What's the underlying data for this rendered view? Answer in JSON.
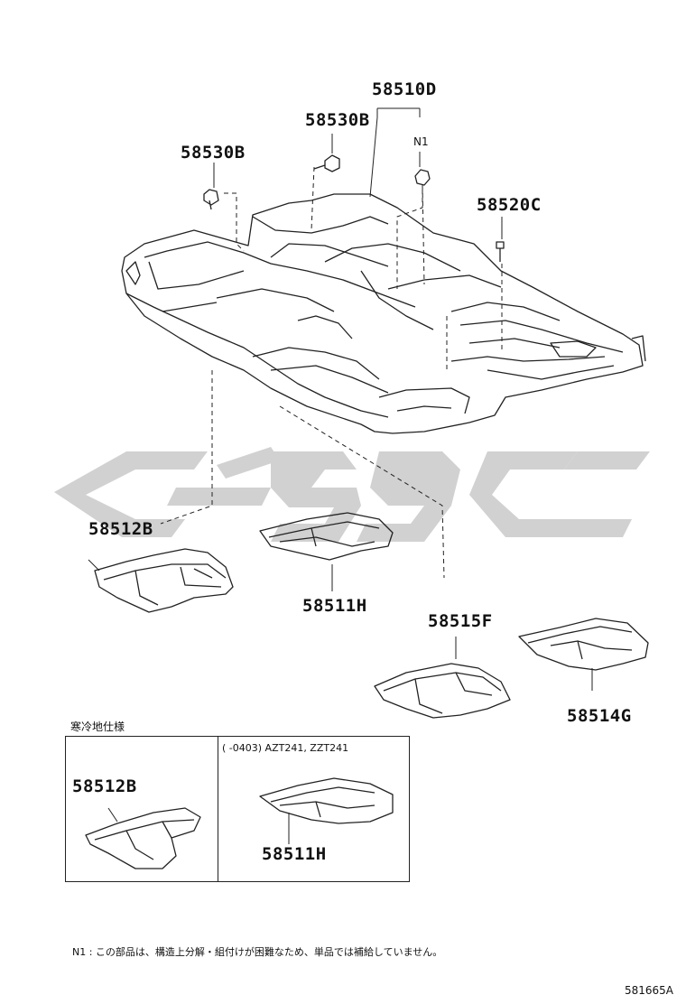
{
  "labels": {
    "p58510D": "58510D",
    "p58530B_a": "58530B",
    "p58530B_b": "58530B",
    "n1": "N1",
    "p58520C": "58520C",
    "p58512B": "58512B",
    "p58511H": "58511H",
    "p58515F": "58515F",
    "p58514G": "58514G",
    "p58512B_inset": "58512B",
    "p58511H_inset": "58511H"
  },
  "inset": {
    "title": "寒冷地仕様",
    "right_header": "(       -0403)   AZT241, ZZT241"
  },
  "footnote": "N1 : この部品は、構造上分解・組付けが困難なため、単品では補給していません。",
  "figure_code": "581665A",
  "colors": {
    "line": "#222222",
    "watermark": "#c8c8c8"
  }
}
